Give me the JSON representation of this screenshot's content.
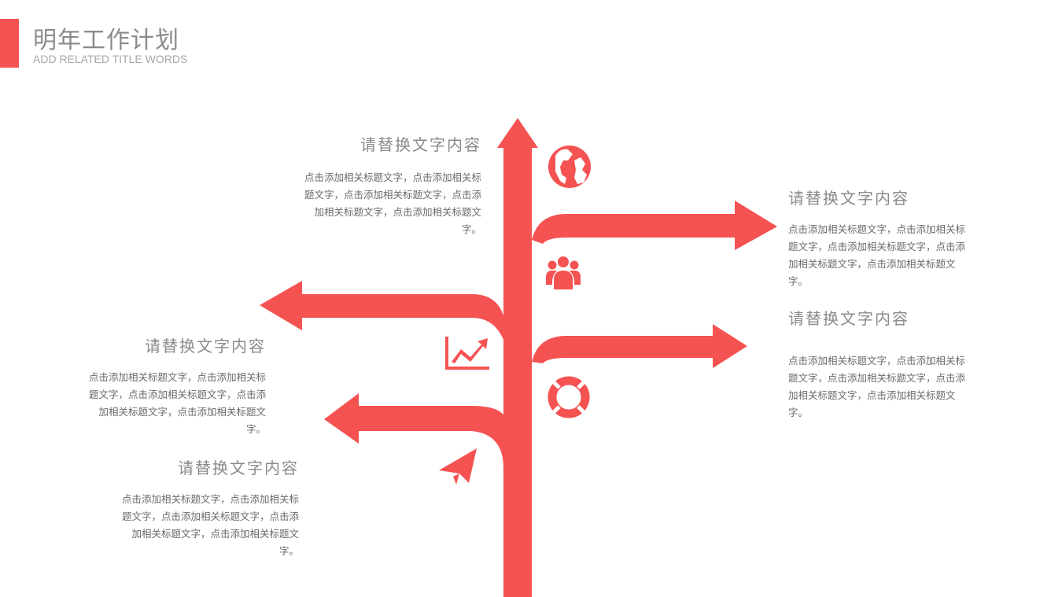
{
  "header": {
    "title": "明年工作计划",
    "subtitle": "ADD RELATED TITLE WORDS"
  },
  "colors": {
    "accent": "#f55252",
    "title": "#8a8a8a",
    "body": "#6a6a6a"
  },
  "items": [
    {
      "heading": "请替换文字内容",
      "body": "点击添加相关标题文字，点击添加相关标题文字，点击添加相关标题文字，点击添加相关标题文字，点击添加相关标题文字。",
      "icon": "globe-icon"
    },
    {
      "heading": "请替换文字内容",
      "body": "点击添加相关标题文字，点击添加相关标题文字，点击添加相关标题文字，点击添加相关标题文字，点击添加相关标题文字。",
      "icon": "team-icon"
    },
    {
      "heading": "请替换文字内容",
      "body": "点击添加相关标题文字，点击添加相关标题文字，点击添加相关标题文字，点击添加相关标题文字，点击添加相关标题文字。",
      "icon": "chart-trend-icon"
    },
    {
      "heading": "请替换文字内容",
      "body": "点击添加相关标题文字，点击添加相关标题文字，点击添加相关标题文字，点击添加相关标题文字，点击添加相关标题文字。",
      "icon": "lifebuoy-icon"
    },
    {
      "heading": "请替换文字内容",
      "body": "点击添加相关标题文字，点击添加相关标题文字，点击添加相关标题文字，点击添加相关标题文字，点击添加相关标题文字。",
      "icon": "paper-plane-icon"
    }
  ]
}
